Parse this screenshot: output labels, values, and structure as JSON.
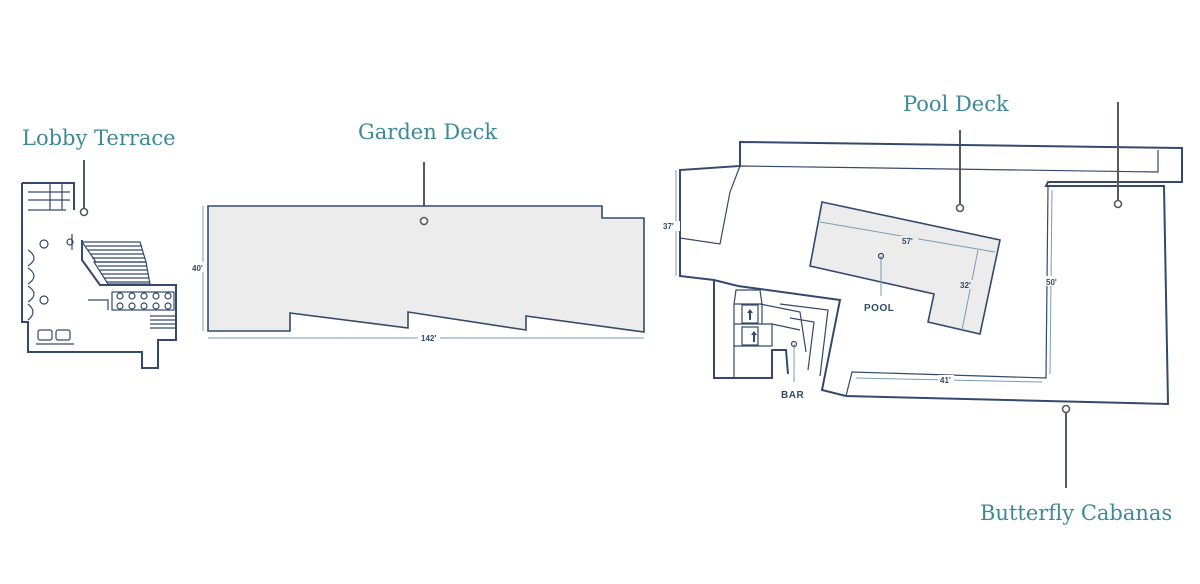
{
  "areas": {
    "lobby_terrace": {
      "title": "Lobby Terrace"
    },
    "garden_deck": {
      "title": "Garden Deck",
      "length": "142'",
      "width": "40'"
    },
    "pool_deck": {
      "title": "Pool Deck",
      "width": "37'",
      "pool_length": "57'",
      "pool_width": "32'",
      "pool_label": "POOL",
      "bar_label": "BAR",
      "lower_width": "41'"
    },
    "butterfly_cabanas": {
      "title": "Butterfly Cabanas",
      "depth": "50'"
    }
  },
  "colors": {
    "title": "#3d8a96",
    "wall": "#34496b",
    "deck_fill": "#ececec",
    "dimension": "#7a9cb4",
    "leader": "#555a60"
  },
  "icons": [
    "restroom-icon",
    "restroom-icon"
  ]
}
